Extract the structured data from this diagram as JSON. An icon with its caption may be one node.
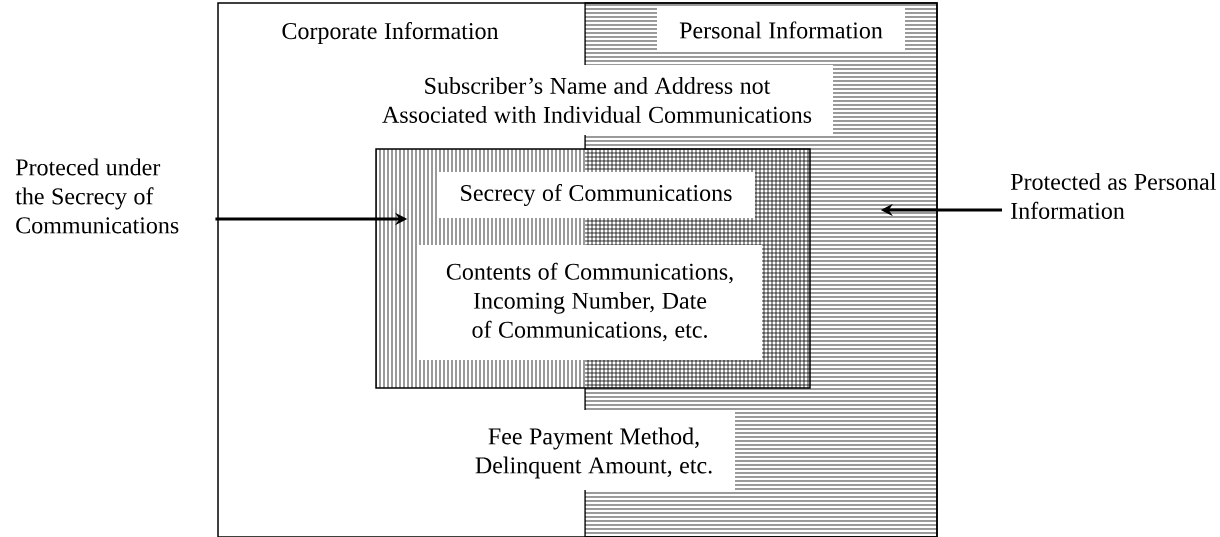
{
  "diagram": {
    "nodes": [
      {
        "text": [
          "Corporate Information"
        ]
      },
      {
        "text": [
          "Personal Information"
        ],
        "in": 0
      },
      {
        "text": [
          "Subscriber’s Name and Address not Associated with Individual Communications"
        ],
        "in": 0
      },
      {
        "text": [
          "Secrecy of Communications",
          "Contents of Communications, Incoming Number, Date of Communications, etc."
        ],
        "in": 0
      },
      {
        "text": [
          "Fee Payment Method, Delinquent Amount, etc."
        ],
        "in": 0
      },
      {
        "text": [
          "Proteced under the Secrecy of Communications"
        ]
      },
      {
        "text": [
          "Protected as Personal Information"
        ]
      }
    ],
    "edges": [
      {
        "from": 5,
        "to": 3,
        "arrow": "to"
      },
      {
        "from": 6,
        "to": 1,
        "arrow": "to"
      }
    ]
  }
}
